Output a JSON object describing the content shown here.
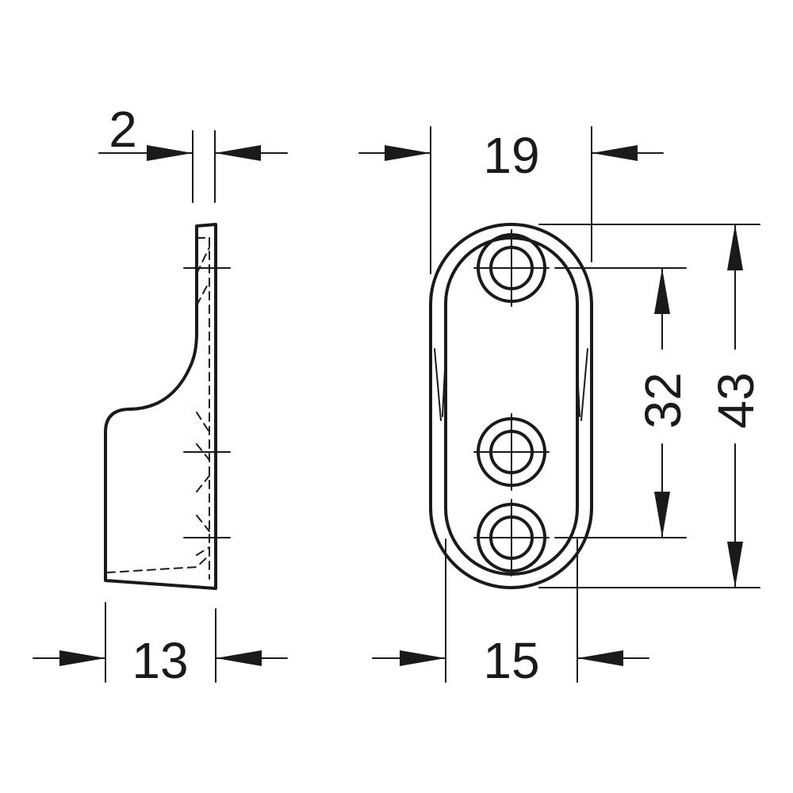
{
  "diagram": {
    "line_color": "#1a1a1a",
    "background": "#ffffff",
    "dimensions": {
      "thickness": "2",
      "depth": "13",
      "outer_width": "19",
      "inner_width": "15",
      "hole_spacing": "32",
      "overall_height": "43"
    }
  }
}
